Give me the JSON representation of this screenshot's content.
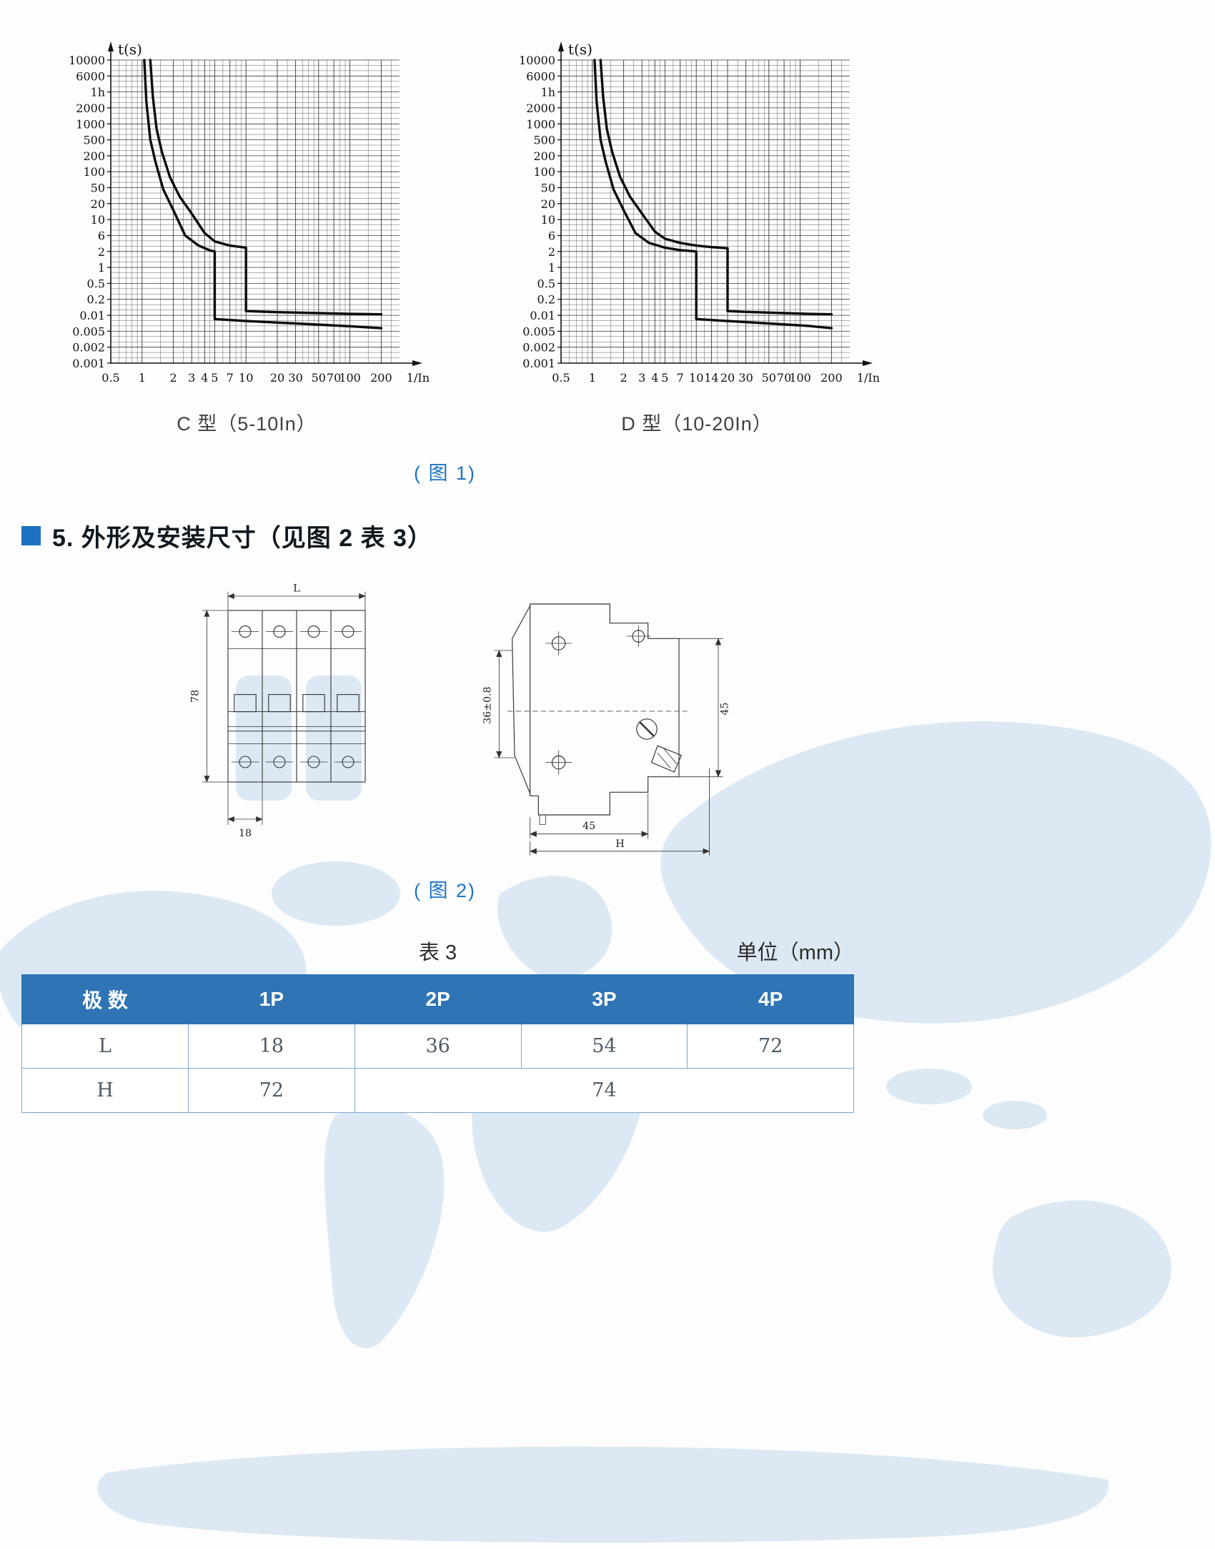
{
  "page": {
    "fig1_caption": "( 图 1)",
    "fig2_caption": "( 图 2)",
    "section_heading": "5. 外形及安装尺寸（见图 2 表 3）",
    "table_label": "表 3",
    "unit_label": "单位（mm）"
  },
  "chart_data": [
    {
      "type": "line",
      "title": "C 型（5-10In）",
      "ylabel": "t(s)",
      "xlabel": "1/In",
      "grid": true,
      "x_range": [
        0.5,
        300
      ],
      "x_ticks": [
        0.5,
        1,
        2,
        3,
        4,
        5,
        7,
        10,
        20,
        30,
        50,
        70,
        100,
        200
      ],
      "x_minor_ticks": [
        0.6,
        0.7,
        0.8,
        0.9,
        1.5,
        2.5,
        3.5,
        4.5,
        6,
        8,
        9,
        15,
        25,
        35,
        40,
        45,
        60,
        80,
        90,
        150,
        250
      ],
      "y_tick_labels": [
        "10000",
        "6000",
        "1h",
        "2000",
        "1000",
        "500",
        "200",
        "100",
        "50",
        "20",
        "10",
        "6",
        "2",
        "1",
        "0.5",
        "0.2",
        "0.01",
        "0.005",
        "0.002",
        "0.001"
      ],
      "y_tick_values": [
        10000,
        6000,
        3600,
        2000,
        1000,
        500,
        200,
        100,
        50,
        20,
        10,
        6,
        2,
        1,
        0.5,
        0.2,
        0.01,
        0.005,
        0.002,
        0.001
      ],
      "series": [
        {
          "name": "upper-limit",
          "points": [
            [
              1.2,
              10000
            ],
            [
              1.27,
              3000
            ],
            [
              1.38,
              800
            ],
            [
              1.55,
              250
            ],
            [
              1.85,
              80
            ],
            [
              2.3,
              30
            ],
            [
              3,
              13
            ],
            [
              4,
              6.5
            ],
            [
              5,
              4
            ],
            [
              7,
              3
            ],
            [
              10,
              2.6
            ],
            [
              10,
              0.022
            ],
            [
              20,
              0.018
            ],
            [
              50,
              0.015
            ],
            [
              100,
              0.013
            ],
            [
              200,
              0.012
            ]
          ]
        },
        {
          "name": "lower-limit",
          "points": [
            [
              1.05,
              10000
            ],
            [
              1.1,
              2500
            ],
            [
              1.2,
              500
            ],
            [
              1.35,
              150
            ],
            [
              1.6,
              45
            ],
            [
              2,
              15
            ],
            [
              2.6,
              6
            ],
            [
              3.5,
              3
            ],
            [
              4.5,
              2.15
            ],
            [
              5,
              2
            ],
            [
              5,
              0.0085
            ],
            [
              10,
              0.0078
            ],
            [
              30,
              0.007
            ],
            [
              100,
              0.0062
            ],
            [
              200,
              0.0057
            ]
          ]
        }
      ]
    },
    {
      "type": "line",
      "title": "D 型（10-20In）",
      "ylabel": "t(s)",
      "xlabel": "1/In",
      "grid": true,
      "x_range": [
        0.5,
        300
      ],
      "x_ticks": [
        0.5,
        1,
        2,
        3,
        4,
        5,
        7,
        10,
        14,
        20,
        30,
        50,
        70,
        100,
        200
      ],
      "x_minor_ticks": [
        0.6,
        0.7,
        0.8,
        0.9,
        1.5,
        2.5,
        3.5,
        4.5,
        6,
        8,
        9,
        12,
        16,
        25,
        35,
        40,
        45,
        60,
        80,
        90,
        150,
        250
      ],
      "y_tick_labels": [
        "10000",
        "6000",
        "1h",
        "2000",
        "1000",
        "500",
        "200",
        "100",
        "50",
        "20",
        "10",
        "6",
        "2",
        "1",
        "0.5",
        "0.2",
        "0.01",
        "0.005",
        "0.002",
        "0.001"
      ],
      "y_tick_values": [
        10000,
        6000,
        3600,
        2000,
        1000,
        500,
        200,
        100,
        50,
        20,
        10,
        6,
        2,
        1,
        0.5,
        0.2,
        0.01,
        0.005,
        0.002,
        0.001
      ],
      "series": [
        {
          "name": "upper-limit",
          "points": [
            [
              1.2,
              10000
            ],
            [
              1.27,
              3000
            ],
            [
              1.38,
              800
            ],
            [
              1.55,
              250
            ],
            [
              1.85,
              80
            ],
            [
              2.3,
              30
            ],
            [
              3,
              13
            ],
            [
              4,
              6.8
            ],
            [
              5,
              4.8
            ],
            [
              7,
              3.6
            ],
            [
              10,
              3
            ],
            [
              14,
              2.7
            ],
            [
              20,
              2.5
            ],
            [
              20,
              0.022
            ],
            [
              30,
              0.019
            ],
            [
              70,
              0.015
            ],
            [
              120,
              0.013
            ],
            [
              200,
              0.012
            ]
          ]
        },
        {
          "name": "lower-limit",
          "points": [
            [
              1.05,
              10000
            ],
            [
              1.1,
              2500
            ],
            [
              1.2,
              500
            ],
            [
              1.35,
              150
            ],
            [
              1.6,
              45
            ],
            [
              2,
              15
            ],
            [
              2.6,
              6.5
            ],
            [
              3.5,
              3.6
            ],
            [
              5,
              2.6
            ],
            [
              7,
              2.2
            ],
            [
              10,
              2
            ],
            [
              10,
              0.0085
            ],
            [
              20,
              0.0078
            ],
            [
              50,
              0.007
            ],
            [
              120,
              0.0063
            ],
            [
              200,
              0.0057
            ]
          ]
        }
      ]
    }
  ],
  "figure2": {
    "front_view": {
      "width_label": "L",
      "height_label": "78",
      "module_width_label": "18"
    },
    "side_view": {
      "panel_height_label": "36±0.8",
      "right_height_label": "45",
      "depth_label": "45",
      "total_depth_label": "H"
    }
  },
  "table3": {
    "headers": [
      "极 数",
      "1P",
      "2P",
      "3P",
      "4P"
    ],
    "row_L": {
      "label": "L",
      "values": [
        "18",
        "36",
        "54",
        "72"
      ]
    },
    "row_H": {
      "label": "H",
      "value_1p": "72",
      "value_rest": "74"
    }
  }
}
